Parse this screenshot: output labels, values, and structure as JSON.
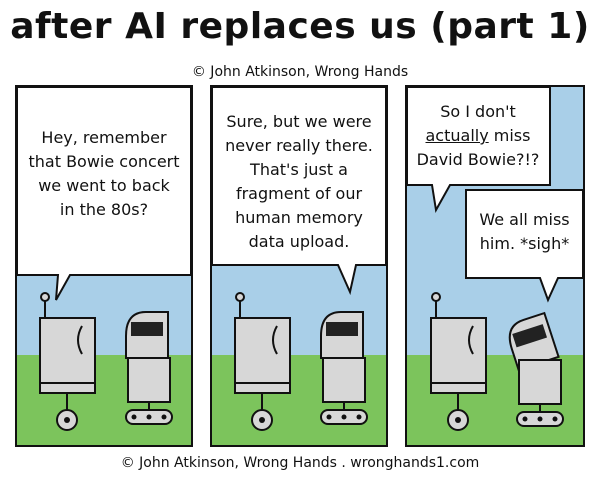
{
  "comic": {
    "title": "after AI replaces us (part 1)",
    "credit_top": "© John Atkinson, Wrong Hands",
    "credit_bottom": "© John Atkinson, Wrong Hands . wronghands1.com",
    "panels": [
      {
        "bubbles": [
          {
            "lines": [
              "Hey, remember",
              "that Bowie concert",
              "we went to back",
              "in the 80s?"
            ]
          }
        ]
      },
      {
        "bubbles": [
          {
            "lines": [
              "Sure, but we were",
              "never really there.",
              "That's just a",
              "fragment of our",
              "human memory",
              "data upload."
            ]
          }
        ]
      },
      {
        "bubbles": [
          {
            "line1": "So I don't",
            "line2_word": "actually",
            "line2_rest": " miss",
            "line3": "David Bowie?!?"
          },
          {
            "lines": [
              "We all miss",
              "him. *sigh*"
            ]
          }
        ]
      }
    ],
    "colors": {
      "sky": "#a9cfe8",
      "grass": "#7cc45c",
      "robot": "#d7d7d7",
      "outline": "#111111"
    }
  }
}
